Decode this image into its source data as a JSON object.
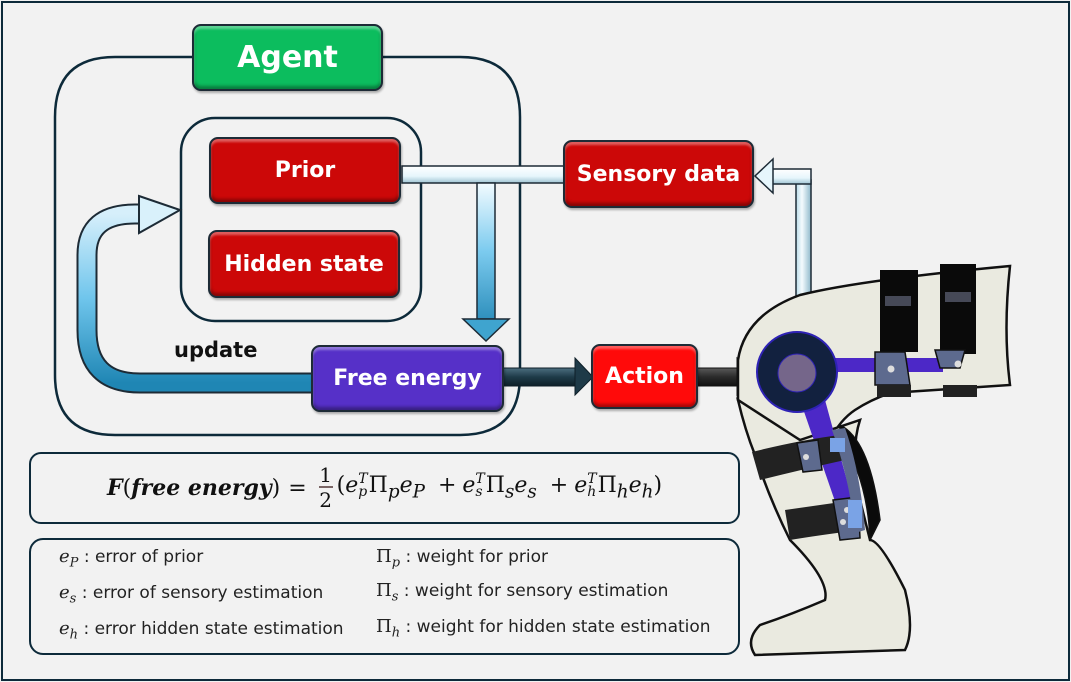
{
  "diagram": {
    "nodes": {
      "agent": {
        "label": "Agent",
        "color": "#0cbd5e"
      },
      "prior": {
        "label": "Prior",
        "color": "#cc0808"
      },
      "hidden_state": {
        "label": "Hidden state",
        "color": "#cc0808"
      },
      "sensory_data": {
        "label": "Sensory data",
        "color": "#cc0808"
      },
      "free_energy": {
        "label": "Free energy",
        "color": "#5630c8"
      },
      "action": {
        "label": "Action",
        "color": "#ff0a0a"
      }
    },
    "edges": [
      {
        "from": "sensory_data",
        "to": "prior",
        "style": "light-blue"
      },
      {
        "from": "prior",
        "to": "free_energy",
        "style": "light-blue"
      },
      {
        "from": "free_energy",
        "to": "agent-inner",
        "label": "update",
        "style": "blue-curve"
      },
      {
        "from": "free_energy",
        "to": "action",
        "style": "dark-teal"
      },
      {
        "from": "action",
        "to": "knee-orthosis",
        "style": "dark"
      },
      {
        "from": "knee-orthosis",
        "to": "sensory_data",
        "style": "light-blue"
      }
    ],
    "update_label": "update",
    "illustration": "knee-orthosis-leg"
  },
  "formula": {
    "lhs_func": "F",
    "lhs_arg": "free energy",
    "equals": "=",
    "coef_num": "1",
    "coef_den": "2",
    "terms": [
      {
        "e": "e",
        "sup": "T",
        "sub1": "p",
        "pi": "Π",
        "pisub": "p",
        "e2sub": "P"
      },
      {
        "e": "e",
        "sup": "T",
        "sub1": "s",
        "pi": "Π",
        "pisub": "s",
        "e2sub": "s"
      },
      {
        "e": "e",
        "sup": "T",
        "sub1": "h",
        "pi": "Π",
        "pisub": "h",
        "e2sub": "h"
      }
    ],
    "plus": "+"
  },
  "legend": {
    "left": [
      {
        "sym": "e",
        "sub": "P",
        "text": ": error of prior"
      },
      {
        "sym": "e",
        "sub": "s",
        "text": ": error of sensory estimation"
      },
      {
        "sym": "e",
        "sub": "h",
        "text": ": error hidden state estimation"
      }
    ],
    "right": [
      {
        "sym": "Π",
        "sub": "p",
        "text": ": weight for prior"
      },
      {
        "sym": "Π",
        "sub": "s",
        "text": ": weight for sensory estimation"
      },
      {
        "sym": "Π",
        "sub": "h",
        "text": ": weight for hidden state estimation"
      }
    ]
  },
  "colors": {
    "frame": "#0d2a3a",
    "background": "#f2f2f2",
    "arrow_light": "#d9f1fb",
    "arrow_blue": "#3aa6d4",
    "arrow_dark": "#1e3a48"
  }
}
